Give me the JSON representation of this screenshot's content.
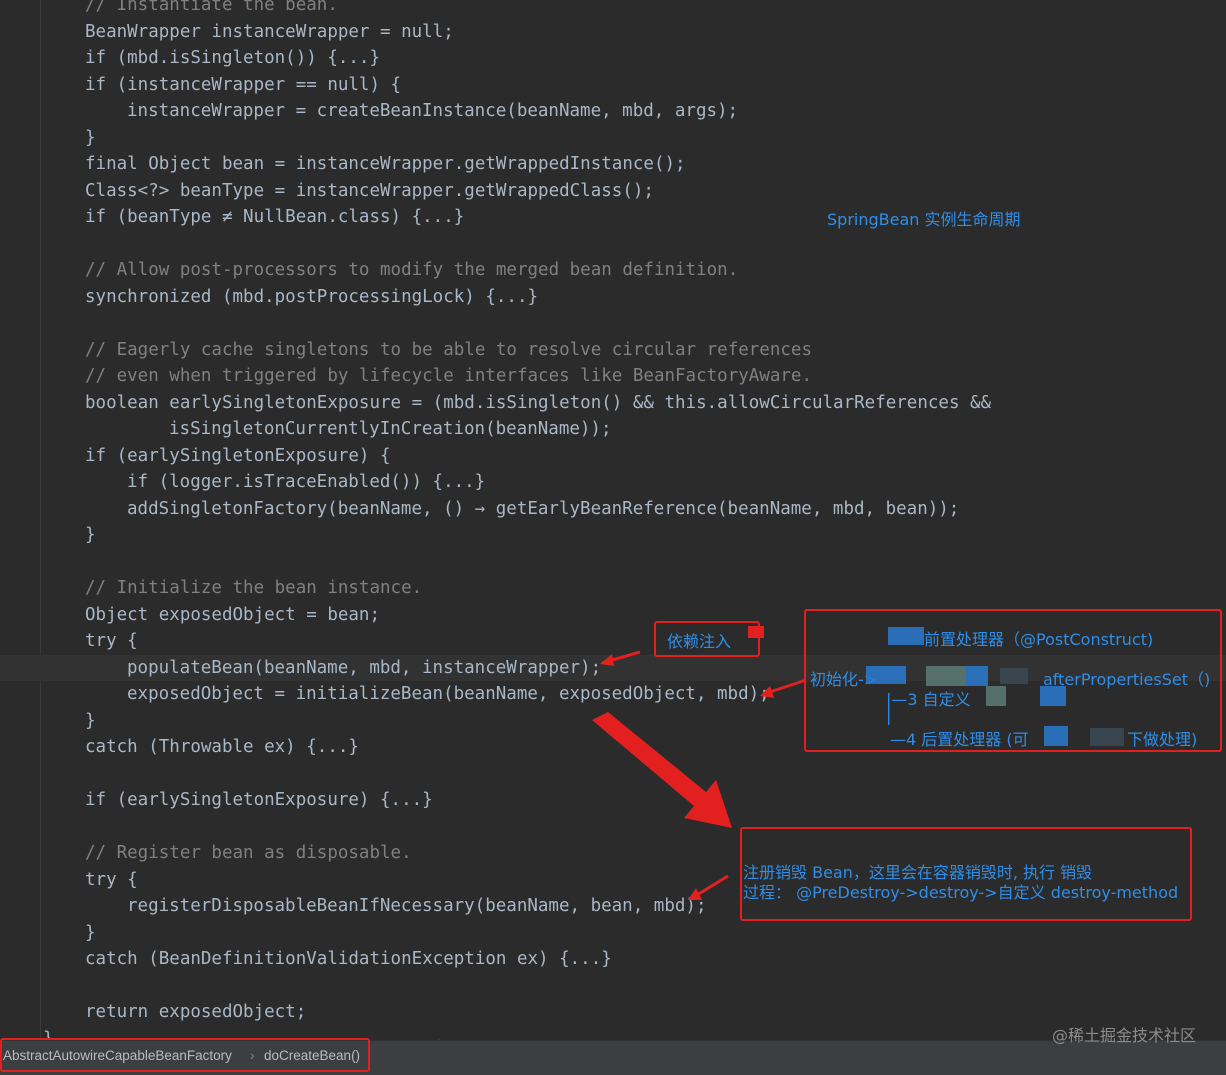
{
  "colors": {
    "background": "#2b2b2b",
    "keyword": "#cc7832",
    "comment": "#808080",
    "field": "#9876aa",
    "text": "#a9b7c6",
    "annotation_blue": "#2f8ee8",
    "highlight_red": "#e32020"
  },
  "code": {
    "l0": "// Instantiate the bean.",
    "l1": "BeanWrapper instanceWrapper = null;",
    "l2": "if (mbd.isSingleton()) {...}",
    "l3": "if (instanceWrapper == null) {",
    "l4": "instanceWrapper = createBeanInstance(beanName, mbd, args);",
    "l5": "}",
    "l6": "final Object bean = instanceWrapper.getWrappedInstance();",
    "l7": "Class<?> beanType = instanceWrapper.getWrappedClass();",
    "l8": "if (beanType ≠ NullBean.class) {...}",
    "l10": "// Allow post-processors to modify the merged bean definition.",
    "l11": "synchronized (mbd.postProcessingLock) {...}",
    "l13": "// Eagerly cache singletons to be able to resolve circular references",
    "l14": "// even when triggered by lifecycle interfaces like BeanFactoryAware.",
    "l15": "boolean earlySingletonExposure = (mbd.isSingleton() && this.allowCircularReferences &&",
    "l16": "isSingletonCurrentlyInCreation(beanName));",
    "l17": "if (earlySingletonExposure) {",
    "l18": "if (logger.isTraceEnabled()) {...}",
    "l19": "addSingletonFactory(beanName, () → getEarlyBeanReference(beanName, mbd, bean));",
    "l20": "}",
    "l22": "// Initialize the bean instance.",
    "l23": "Object exposedObject = bean;",
    "l24": "try {",
    "l25": "populateBean(beanName, mbd, instanceWrapper);",
    "l26": "exposedObject = initializeBean(beanName, exposedObject, mbd);",
    "l27": "}",
    "l28": "catch (Throwable ex) {...}",
    "l30": "if (earlySingletonExposure) {...}",
    "l32": "// Register bean as disposable.",
    "l33": "try {",
    "l34": "registerDisposableBeanIfNecessary(beanName, bean, mbd);",
    "l35": "}",
    "l36": "catch (BeanDefinitionValidationException ex) {...}",
    "l38": "return exposedObject;",
    "l39": "}"
  },
  "annotations": {
    "title": "SpringBean 实例生命周期",
    "di": "依赖注入",
    "init_prefix": "初始化->",
    "init_pre": "前置处理器（@PostConstruct)",
    "init_after": "afterPropertiesSet（)",
    "init_step3": "|—3 自定义",
    "init_bar": "|",
    "init_step4": "—4 后置处理器 (可",
    "init_step4_tail": "下做处理)",
    "destroy_l1": "注册销毁 Bean，这里会在容器销毁时, 执行 销毁",
    "destroy_l2": "过程：  @PreDestroy->destroy->自定义 destroy-method"
  },
  "status_bar": {
    "class_name": "AbstractAutowireCapableBeanFactory",
    "method_name": "doCreateBean()"
  },
  "watermark": "@稀土掘金技术社区"
}
